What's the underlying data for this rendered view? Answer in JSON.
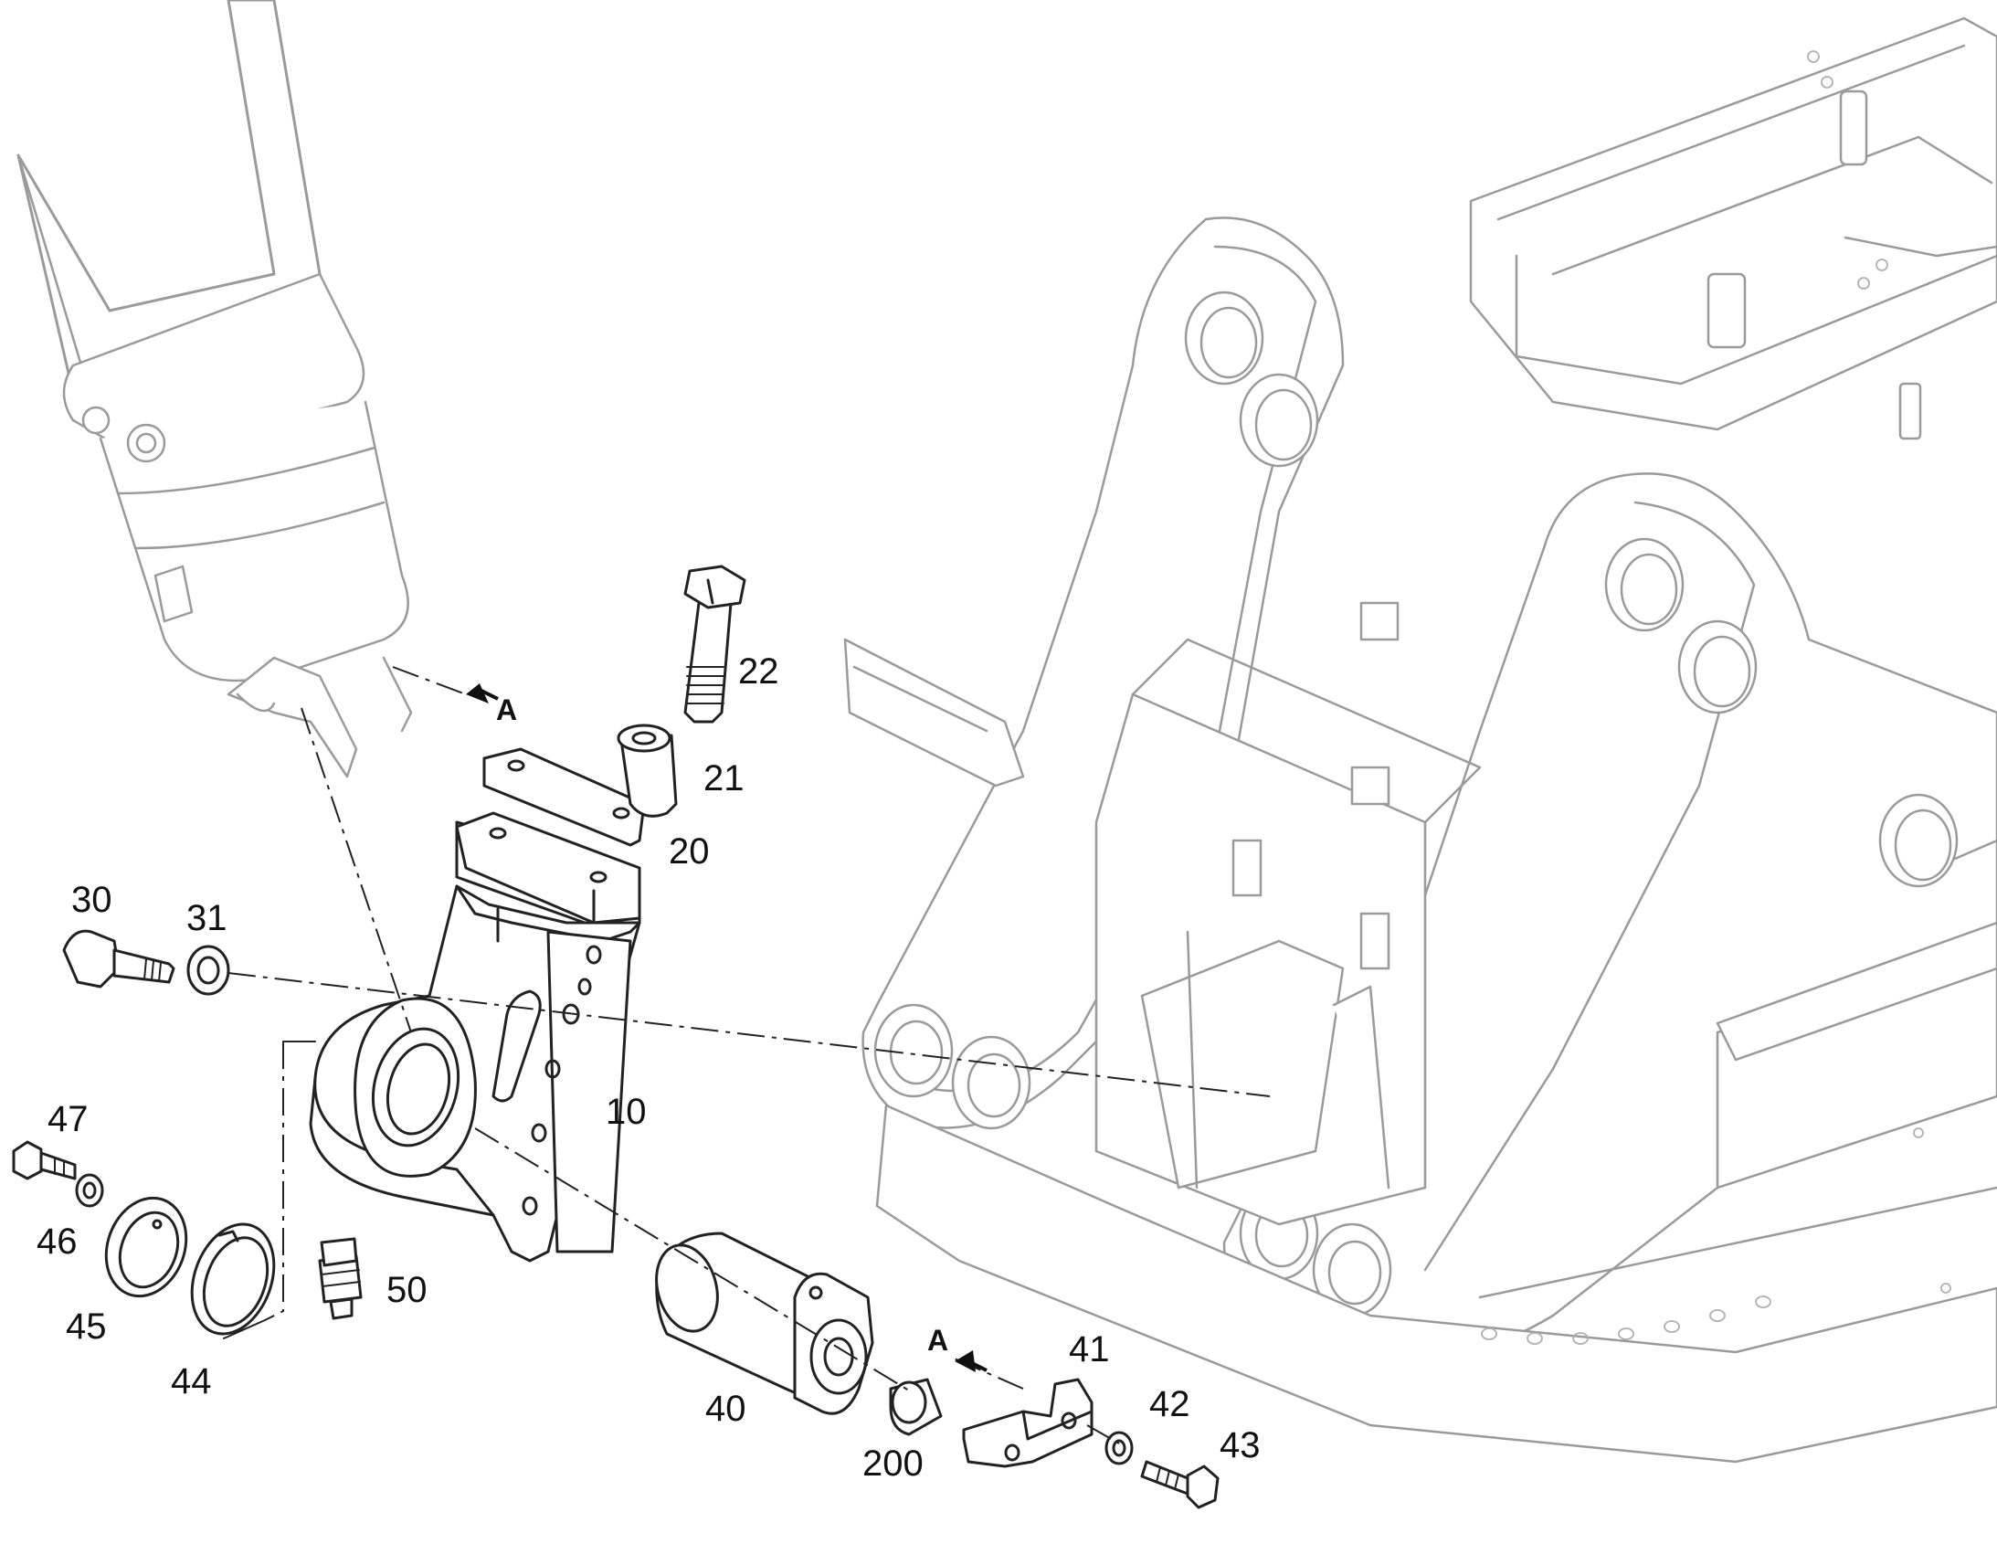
{
  "diagram": {
    "parts": [
      {
        "id": "p10",
        "label": "10"
      },
      {
        "id": "p20",
        "label": "20"
      },
      {
        "id": "p21",
        "label": "21"
      },
      {
        "id": "p22",
        "label": "22"
      },
      {
        "id": "p30",
        "label": "30"
      },
      {
        "id": "p31",
        "label": "31"
      },
      {
        "id": "p40",
        "label": "40"
      },
      {
        "id": "p41",
        "label": "41"
      },
      {
        "id": "p42",
        "label": "42"
      },
      {
        "id": "p43",
        "label": "43"
      },
      {
        "id": "p44",
        "label": "44"
      },
      {
        "id": "p45",
        "label": "45"
      },
      {
        "id": "p46",
        "label": "46"
      },
      {
        "id": "p47",
        "label": "47"
      },
      {
        "id": "p50",
        "label": "50"
      },
      {
        "id": "p200",
        "label": "200"
      }
    ],
    "view_marker": "A"
  }
}
